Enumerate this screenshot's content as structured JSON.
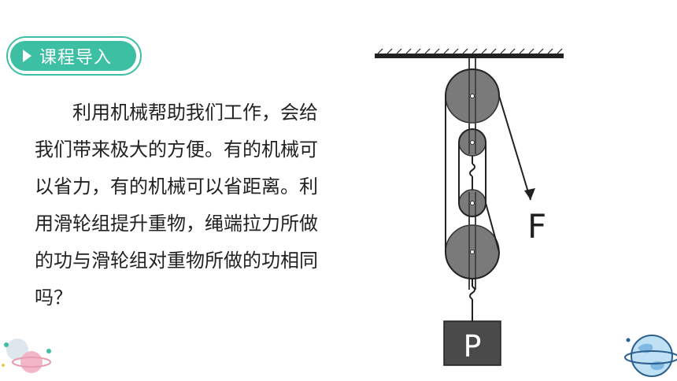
{
  "header": {
    "badge_label": "课程导入"
  },
  "content": {
    "paragraph": "　　利用机械帮助我们工作，会给我们带来极大的方便。有的机械可以省力，有的机械可以省距离。利用滑轮组提升重物，绳端拉力所做的功与滑轮组对重物所做的功相同吗？"
  },
  "diagram": {
    "force_label": "F",
    "load_label": "P"
  },
  "colors": {
    "accent": "#3dbfa4",
    "pulley": "#7a7a7a",
    "load": "#4a4a4a"
  }
}
